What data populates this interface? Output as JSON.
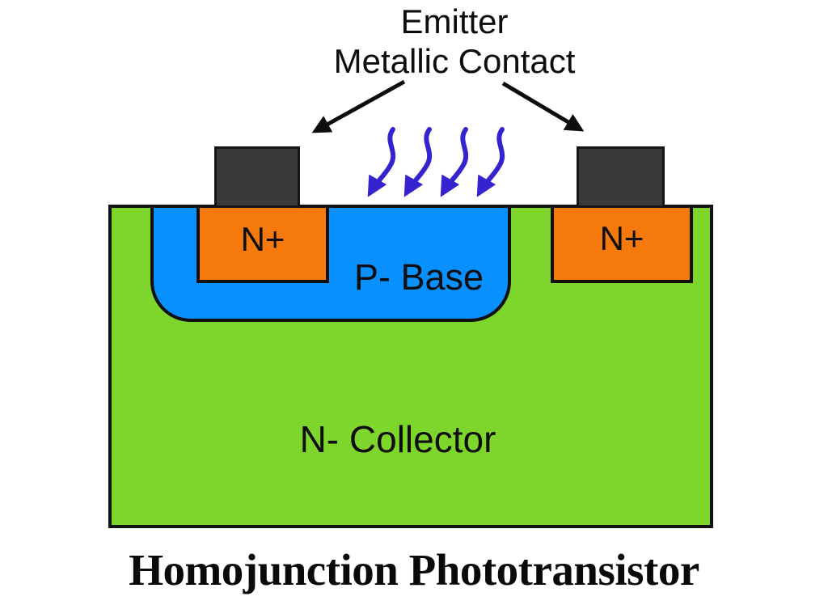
{
  "header": {
    "line1": "Emitter",
    "line2": "Metallic Contact"
  },
  "regions": {
    "p_base": {
      "label": "P- Base",
      "color": "#0990FF"
    },
    "n_plus_left": {
      "label": "N+",
      "color": "#F5790B"
    },
    "n_plus_right": {
      "label": "N+",
      "color": "#F5790B"
    },
    "n_collector": {
      "label": "N- Collector",
      "color": "#7ED62C"
    },
    "metallic_contact": {
      "color": "#3A3A3C"
    }
  },
  "caption": {
    "text": "Homojunction Phototransistor"
  },
  "annotations": {
    "light_rays": {
      "icon": "wavy-arrow-down-icon",
      "count": 4,
      "color": "#3623D0"
    },
    "label_pointers": {
      "icon": "diagonal-arrow-icon",
      "count": 2,
      "color": "#0D0D0D"
    },
    "outline_color": "#101010"
  }
}
